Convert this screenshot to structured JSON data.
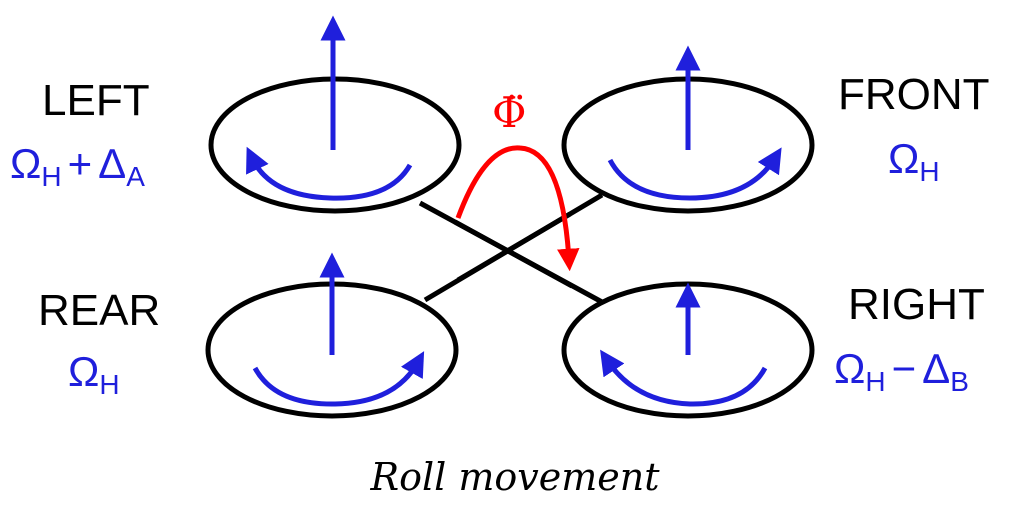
{
  "rotors": {
    "left": {
      "name": "LEFT",
      "omega": "Ω",
      "sub": "H",
      "op": "+",
      "delta": "Δ",
      "delta_sub": "A"
    },
    "front": {
      "name": "FRONT",
      "omega": "Ω",
      "sub": "H"
    },
    "rear": {
      "name": "REAR",
      "omega": "Ω",
      "sub": "H"
    },
    "right": {
      "name": "RIGHT",
      "omega": "Ω",
      "sub": "H",
      "op": "−",
      "delta": "Δ",
      "delta_sub": "B"
    }
  },
  "roll_acceleration": "Φ̈",
  "caption": "Roll movement",
  "colors": {
    "frame": "#000000",
    "thrust": "#1f1fdc",
    "roll": "#ff0000"
  }
}
